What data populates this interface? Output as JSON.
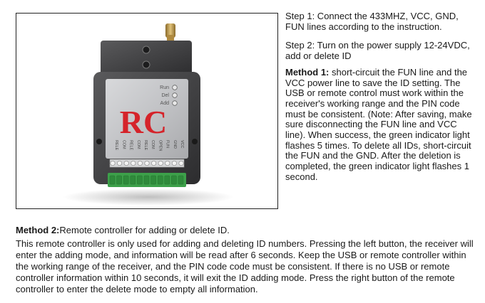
{
  "image": {
    "device": {
      "brand": "RC",
      "indicators": [
        "Run",
        "Del",
        "Add"
      ],
      "terminal_labels": [
        "VCC",
        "GND",
        "FUN",
        "OPEN",
        "COM",
        "RELE",
        "COM",
        "RELE",
        "COM",
        "RELE"
      ]
    }
  },
  "steps": {
    "step1": "Step 1: Connect the 433MHZ, VCC, GND, FUN lines according to the instruction.",
    "step2": "Step 2: Turn on the power supply 12-24VDC, add or delete ID"
  },
  "method1": {
    "title": "Method 1:",
    "text": " short-circuit the FUN line and the VCC power line to save the ID setting. The USB or remote control must work within the receiver's working range and the PIN code must be consistent. (Note: After saving, make sure disconnecting the FUN line and VCC line). When success, the green indicator light flashes 5 times. To delete all IDs, short-circuit the FUN and the GND. After the deletion is completed, the green indicator light flashes 1 second."
  },
  "method2": {
    "title": "Method 2:",
    "title_suffix": "Remote controller for adding or delete ID.",
    "text": "This remote controller is only used for adding and deleting ID numbers. Pressing the left button, the receiver will enter the adding mode, and information will be read after 6 seconds. Keep the USB or remote controller within the working range of the receiver, and the PIN code code must be consistent. If there is no USB or remote controller information within 10 seconds, it will exit the ID adding mode. Press the right button of the remote controller to enter the delete mode to empty all information."
  }
}
